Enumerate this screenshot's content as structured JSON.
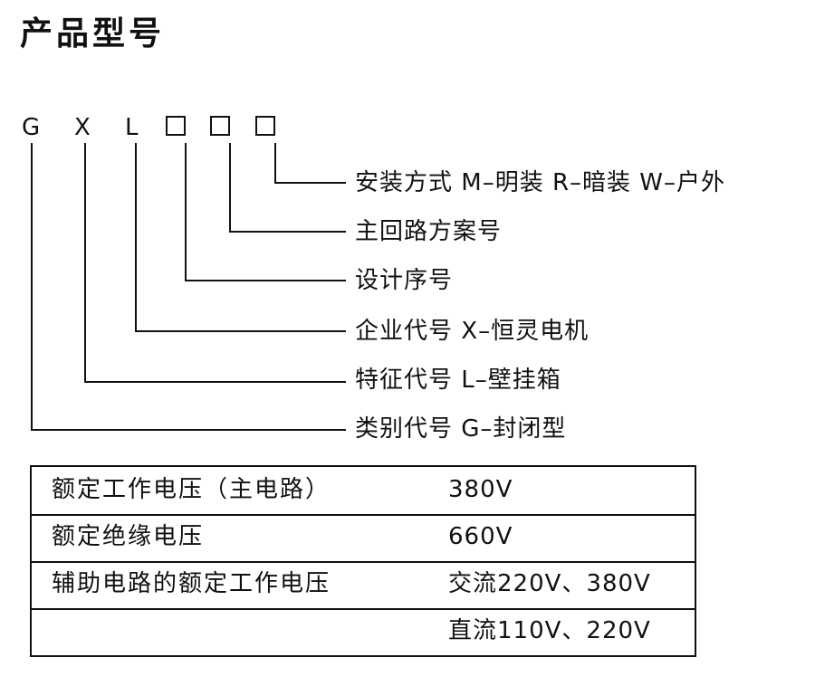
{
  "title": "产品型号",
  "model_code": {
    "letters": [
      "G",
      "X",
      "L"
    ]
  },
  "descriptions": [
    "安装方式 M–明装  R–暗装  W–户外",
    "主回路方案号",
    "设计序号",
    "企业代号 X–恒灵电机",
    "特征代号 L–壁挂箱",
    "类别代号 G–封闭型"
  ],
  "spec_table": {
    "rows": [
      {
        "label": "额定工作电压（主电路）",
        "value": "380V"
      },
      {
        "label": "额定绝缘电压",
        "value": "660V"
      },
      {
        "label": "辅助电路的额定工作电压",
        "value": "交流220V、380V"
      },
      {
        "label": "",
        "value": "直流110V、220V"
      }
    ]
  }
}
